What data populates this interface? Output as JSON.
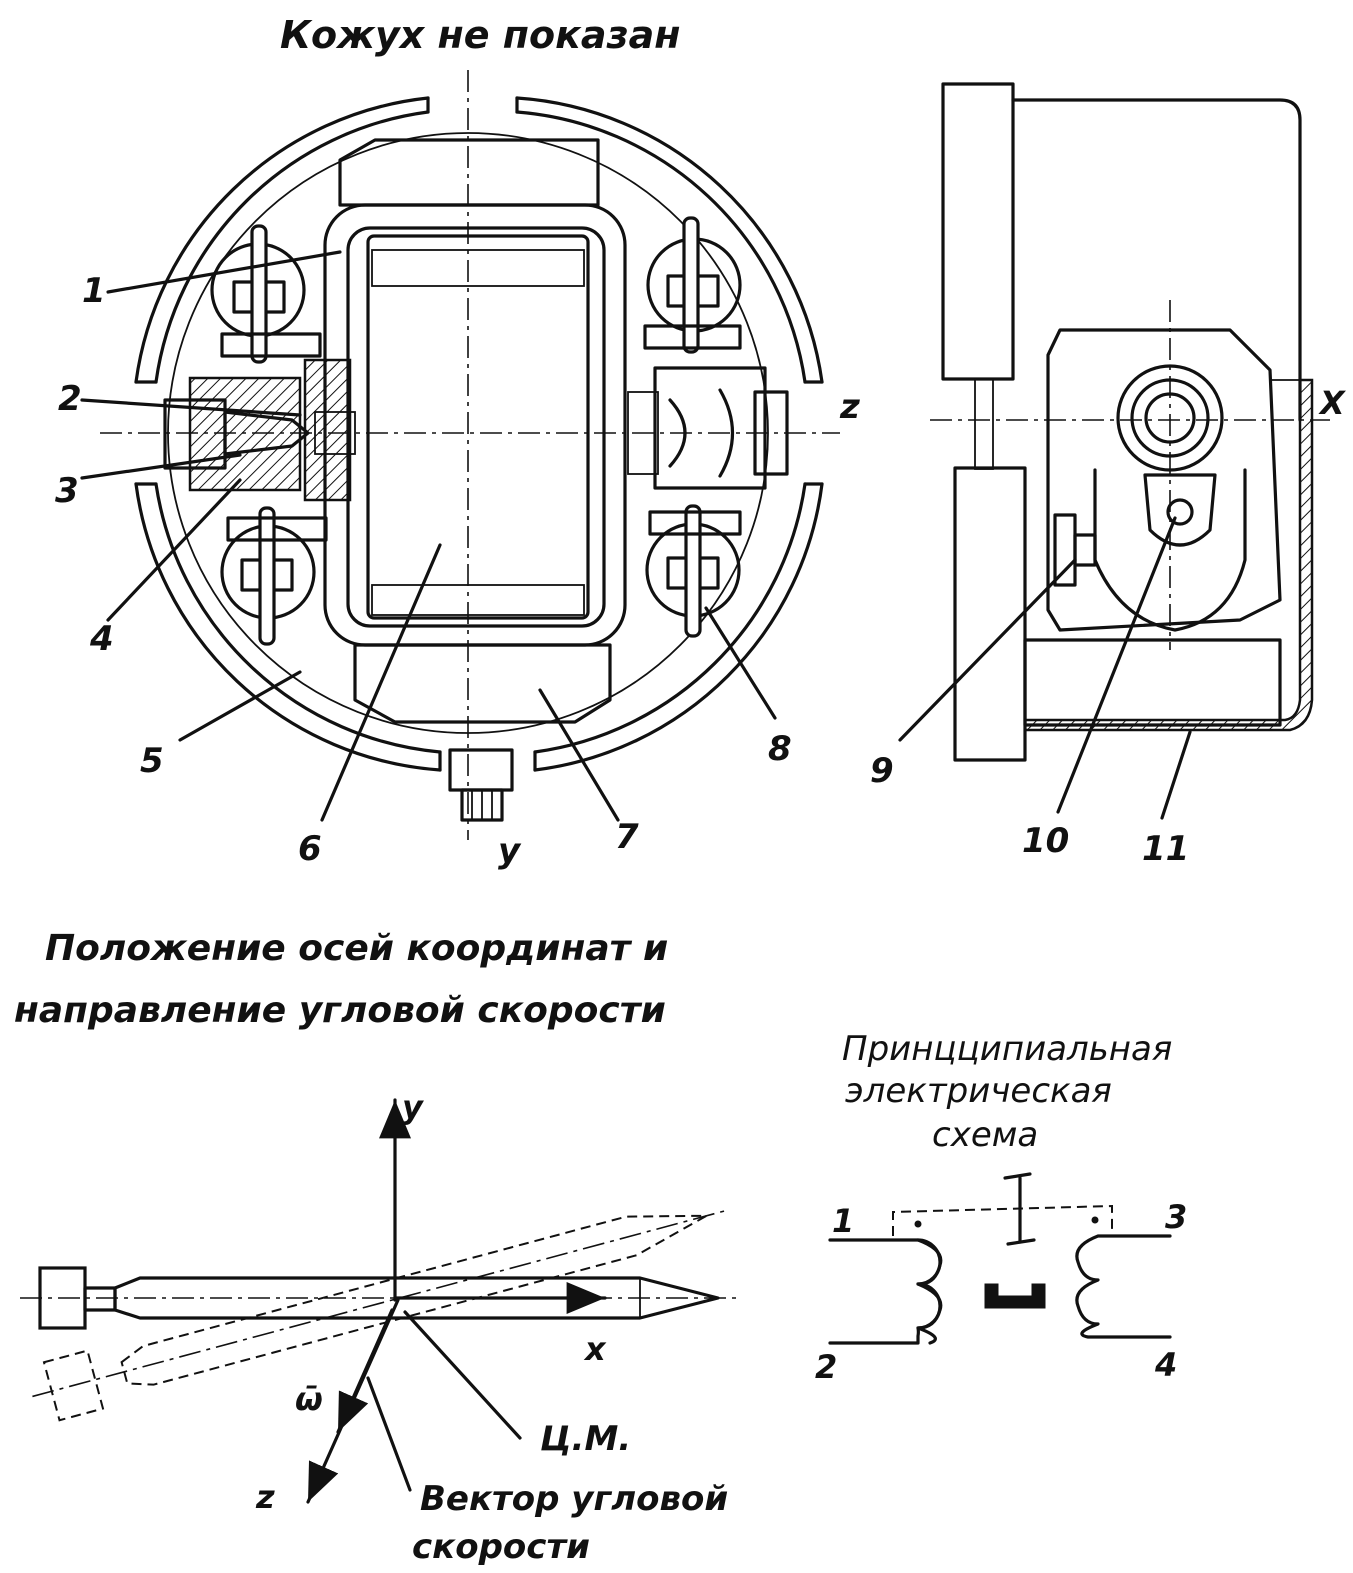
{
  "titles": {
    "casing_note": "Кожух не показан",
    "axes_position_line1": "Положение осей координат и",
    "axes_position_line2": "направление угловой скорости",
    "schematic_line1": "Принцципиальная",
    "schematic_line2": "электрическая",
    "schematic_line3": "схема"
  },
  "front_view": {
    "callouts": [
      "1",
      "2",
      "3",
      "4",
      "5",
      "6",
      "7",
      "8"
    ],
    "axis_z": "z",
    "axis_y": "y"
  },
  "side_view": {
    "callouts": [
      "9",
      "10",
      "11"
    ],
    "axis_x": "X"
  },
  "axes_diagram": {
    "axis_y": "y",
    "axis_x": "x",
    "axis_z": "z",
    "omega": "ω̄",
    "center_of_mass": "Ц.М.",
    "vector_label_line1": "Вектор угловой",
    "vector_label_line2": "скорости"
  },
  "schematic": {
    "terminals": [
      "1",
      "2",
      "3",
      "4"
    ]
  }
}
